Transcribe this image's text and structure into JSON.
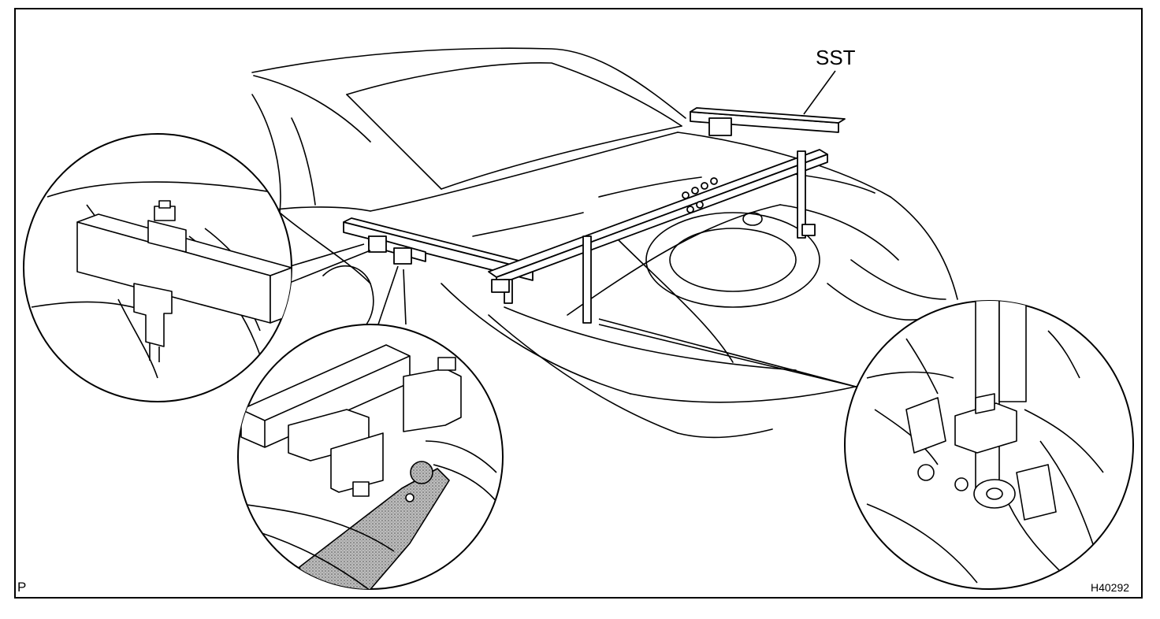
{
  "figure": {
    "callout_label": "SST",
    "corner_mark": "P",
    "figure_code": "H40292"
  },
  "colors": {
    "line": "#000000",
    "background": "#ffffff",
    "shaded_part": "#9a9a9a"
  }
}
